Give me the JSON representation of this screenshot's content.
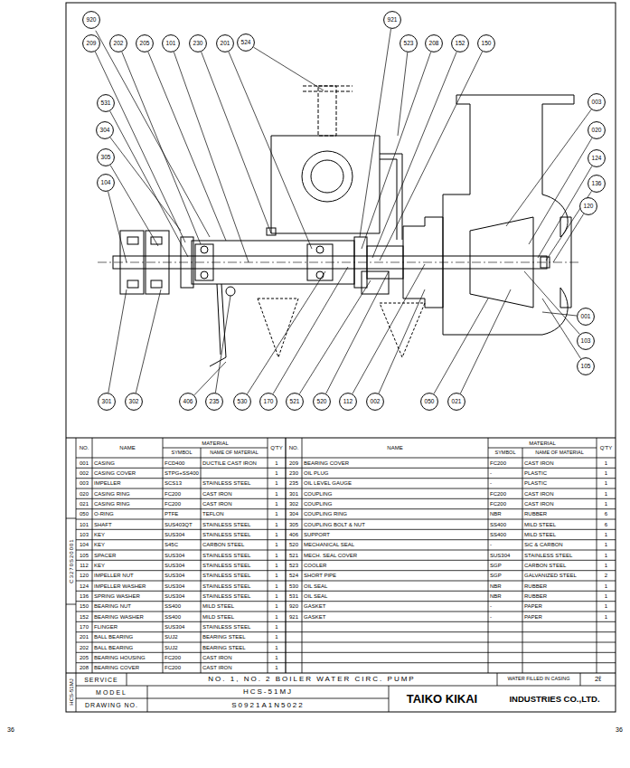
{
  "diagram": {
    "nodes": [
      {
        "text": [
          "920"
        ]
      },
      {
        "text": [
          "921"
        ]
      },
      {
        "text": [
          "209"
        ]
      },
      {
        "text": [
          "202"
        ]
      },
      {
        "text": [
          "205"
        ]
      },
      {
        "text": [
          "101"
        ]
      },
      {
        "text": [
          "230"
        ]
      },
      {
        "text": [
          "201"
        ]
      },
      {
        "text": [
          "524"
        ]
      },
      {
        "text": [
          "523"
        ]
      },
      {
        "text": [
          "208"
        ]
      },
      {
        "text": [
          "152"
        ]
      },
      {
        "text": [
          "150"
        ]
      },
      {
        "text": [
          "531"
        ]
      },
      {
        "text": [
          "003"
        ]
      },
      {
        "text": [
          "304"
        ]
      },
      {
        "text": [
          "020"
        ]
      },
      {
        "text": [
          "305"
        ]
      },
      {
        "text": [
          "124"
        ]
      },
      {
        "text": [
          "104"
        ]
      },
      {
        "text": [
          "136"
        ]
      },
      {
        "text": [
          "120"
        ]
      },
      {
        "text": [
          "001"
        ]
      },
      {
        "text": [
          "103"
        ]
      },
      {
        "text": [
          "105"
        ]
      },
      {
        "text": [
          "301"
        ]
      },
      {
        "text": [
          "302"
        ]
      },
      {
        "text": [
          "406"
        ]
      },
      {
        "text": [
          "235"
        ]
      },
      {
        "text": [
          "530"
        ]
      },
      {
        "text": [
          "170"
        ]
      },
      {
        "text": [
          "521"
        ]
      },
      {
        "text": [
          "520"
        ]
      },
      {
        "text": [
          "112"
        ]
      },
      {
        "text": [
          "002"
        ]
      },
      {
        "text": [
          "050"
        ]
      },
      {
        "text": [
          "021"
        ]
      }
    ],
    "labels": [
      "NO.",
      "NAME",
      "MATERIAL",
      "SYMBOL",
      "NAME OF MATERIAL",
      "Q'TY",
      "NO.",
      "NAME",
      "MATERIAL",
      "SYMBOL",
      "NAME OF MATERIAL",
      "Q'TY",
      "001",
      "CASING",
      "FCD400",
      "DUCTILE CAST IRON",
      "1",
      "002",
      "CASING COVER",
      "STPG+SS400",
      "1",
      "003",
      "IMPELLER",
      "SCS13",
      "STAINLESS STEEL",
      "1",
      "020",
      "CASING RING",
      "FC200",
      "CAST IRON",
      "1",
      "021",
      "CASING RING",
      "FC200",
      "CAST IRON",
      "1",
      "050",
      "O-RING",
      "PTFE",
      "TEFLON",
      "1",
      "101",
      "SHAFT",
      "SUS403QT",
      "STAINLESS STEEL",
      "1",
      "103",
      "KEY",
      "SUS304",
      "STAINLESS STEEL",
      "1",
      "104",
      "KEY",
      "S45C",
      "CARBON STEEL",
      "1",
      "105",
      "SPACER",
      "SUS304",
      "STAINLESS STEEL",
      "1",
      "112",
      "KEY",
      "SUS304",
      "STAINLESS STEEL",
      "1",
      "120",
      "IMPELLER NUT",
      "SUS304",
      "STAINLESS STEEL",
      "1",
      "124",
      "IMPELLER WASHER",
      "SUS304",
      "STAINLESS STEEL",
      "1",
      "136",
      "SPRING WASHER",
      "SUS304",
      "STAINLESS STEEL",
      "1",
      "150",
      "BEARING NUT",
      "SS400",
      "MILD STEEL",
      "1",
      "152",
      "BEARING WASHER",
      "SS400",
      "MILD STEEL",
      "1",
      "170",
      "FLINGER",
      "SUS304",
      "STAINLESS STEEL",
      "1",
      "201",
      "BALL BEARING",
      "SUJ2",
      "BEARING STEEL",
      "1",
      "202",
      "BALL BEARING",
      "SUJ2",
      "BEARING STEEL",
      "1",
      "205",
      "BEARING HOUSING",
      "FC200",
      "CAST IRON",
      "1",
      "208",
      "BEARING COVER",
      "FC200",
      "CAST IRON",
      "1",
      "209",
      "BEARING COVER",
      "FC200",
      "CAST IRON",
      "1",
      "230",
      "OIL PLUG",
      "-",
      "PLASTIC",
      "1",
      "235",
      "OIL LEVEL GAUGE",
      "-",
      "PLASTIC",
      "1",
      "301",
      "COUPLING",
      "FC200",
      "CAST IRON",
      "1",
      "302",
      "COUPLING",
      "FC200",
      "CAST IRON",
      "1",
      "304",
      "COUPLING RING",
      "NBR",
      "RUBBER",
      "6",
      "305",
      "COUPLING BOLT & NUT",
      "SS400",
      "MILD STEEL",
      "6",
      "406",
      "SUPPORT",
      "SS400",
      "MILD STEEL",
      "1",
      "520",
      "MECHANICAL SEAL",
      "-",
      "SiC & CARBON",
      "1",
      "521",
      "MECH. SEAL COVER",
      "SUS304",
      "STAINLESS STEEL",
      "1",
      "523",
      "COOLER",
      "SGP",
      "CARBON STEEL",
      "1",
      "524",
      "SHORT PIPE",
      "SGP",
      "GALVANIZED STEEL",
      "2",
      "530",
      "OIL SEAL",
      "NBR",
      "RUBBER",
      "1",
      "531",
      "OIL SEAL",
      "NBR",
      "RUBBER",
      "1",
      "920",
      "GASKET",
      "-",
      "PAPER",
      "1",
      "921",
      "GASKET",
      "-",
      "PAPER",
      "1",
      "SERVICE",
      "NO. 1, NO. 2 BOILER WATER CIRC. PUMP",
      "WATER FILLED IN CASING",
      "2ℓ",
      "MODEL",
      "HCS-51MJ",
      "TAIKO KIKAI",
      "INDUSTRIES CO.,LTD.",
      "DRAWING NO.",
      "S0921A1N5022",
      "C3270S20001",
      "HCS-51MJ",
      "36",
      "36"
    ]
  }
}
